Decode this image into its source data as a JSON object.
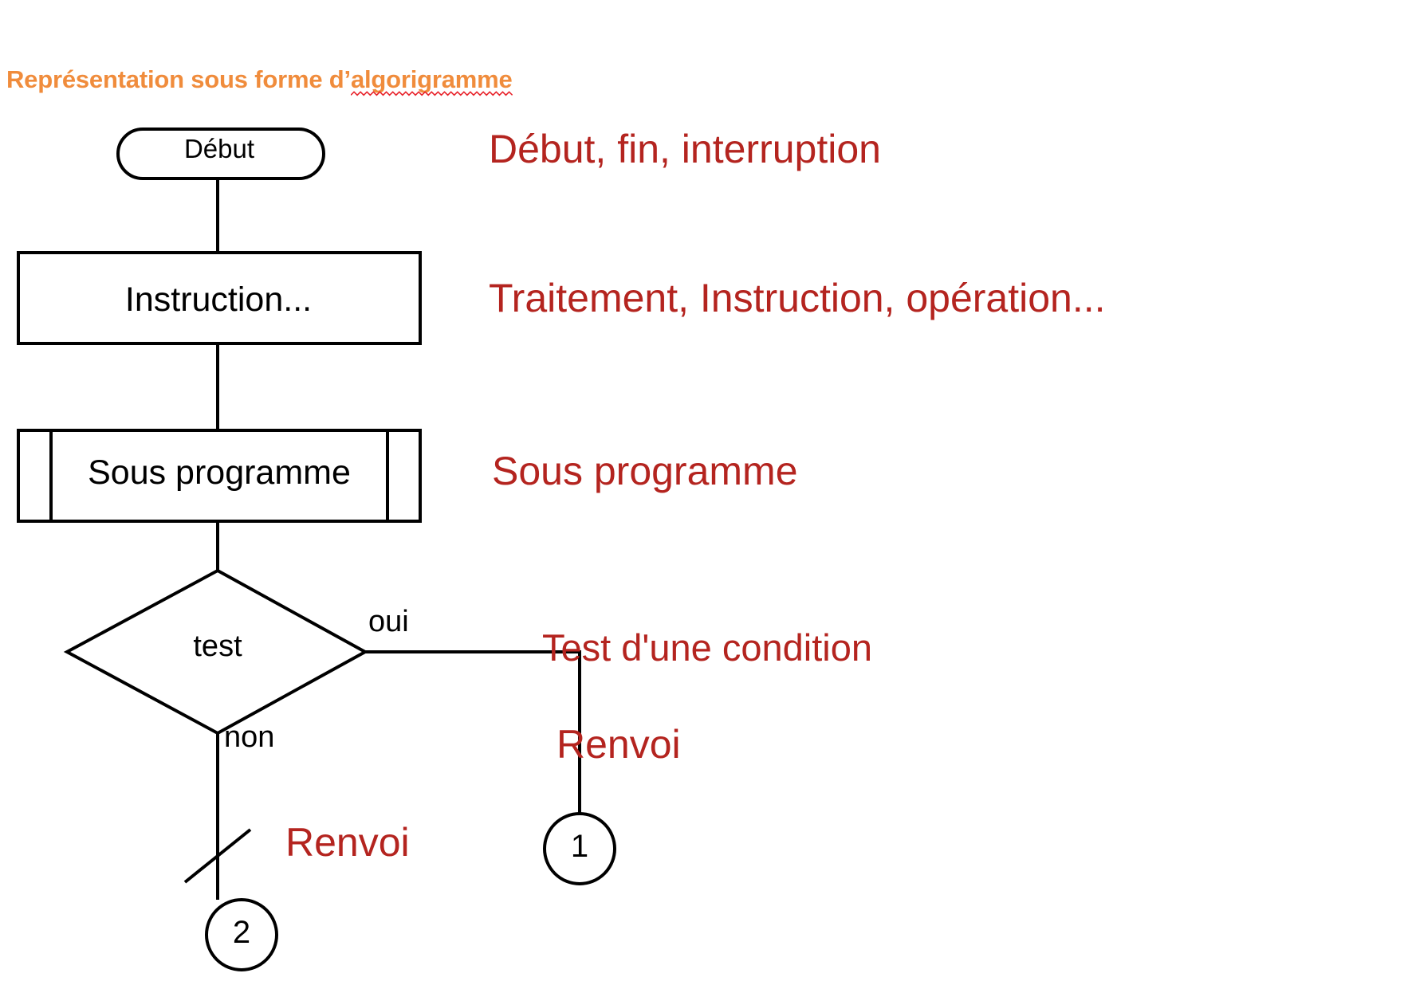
{
  "title": {
    "prefix": "Représentation sous forme d’",
    "misspelled_word": "algorigramme",
    "color": "#F08C3C",
    "spellcheck_underline_color": "#E8222A"
  },
  "colors": {
    "shape_stroke": "#000000",
    "shape_fill": "#FFFFFF",
    "node_text": "#000000",
    "legend_text": "#B4241F",
    "title_orange": "#F08C3C",
    "background": "#FFFFFF"
  },
  "flowchart": {
    "nodes": [
      {
        "id": "debut",
        "shape": "terminator",
        "label": "Début"
      },
      {
        "id": "instruction",
        "shape": "process",
        "label": "Instruction..."
      },
      {
        "id": "sousprog",
        "shape": "subroutine",
        "label": "Sous programme"
      },
      {
        "id": "test",
        "shape": "decision",
        "label": "test"
      },
      {
        "id": "connector1",
        "shape": "connector",
        "label": "1"
      },
      {
        "id": "connector2",
        "shape": "connector",
        "label": "2"
      }
    ],
    "edge_labels": {
      "yes": "oui",
      "no": "non"
    }
  },
  "legend": [
    {
      "key": "terminator",
      "text": "Début, fin, interruption"
    },
    {
      "key": "process",
      "text": "Traitement, Instruction, opération..."
    },
    {
      "key": "subroutine",
      "text": "Sous programme"
    },
    {
      "key": "decision",
      "text": "Test d'une condition"
    },
    {
      "key": "connector1",
      "text": "Renvoi"
    },
    {
      "key": "connector2",
      "text": "Renvoi"
    }
  ]
}
